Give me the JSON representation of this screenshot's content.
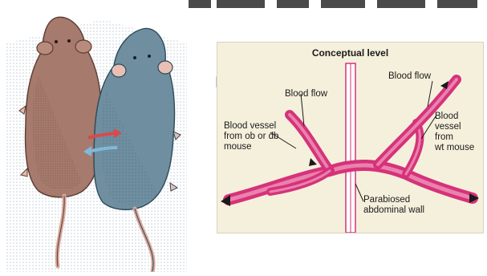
{
  "diagram": {
    "title": "Conceptual level",
    "labels": {
      "blood_flow_left": "Blood flow",
      "blood_flow_right": "Blood flow",
      "vessel_ob_db": [
        "Blood vessel",
        "from ob or db",
        "mouse"
      ],
      "vessel_wt": [
        "Blood",
        "vessel",
        "from",
        "wt mouse"
      ],
      "parabiosed_wall": [
        "Parabiosed",
        "abdominal wall"
      ]
    }
  },
  "colors": {
    "background_panel": "#f5f0dc",
    "vessel_fill": "#d6327a",
    "vessel_inner": "#e982ad",
    "mouse_left_fur": "#a67a6c",
    "mouse_right_fur": "#6f8fa0",
    "arrow_blue": "#7fb9dc",
    "arrow_red": "#d84a4a"
  },
  "icons": [
    "mouse-illustration",
    "arrow-right-icon"
  ]
}
